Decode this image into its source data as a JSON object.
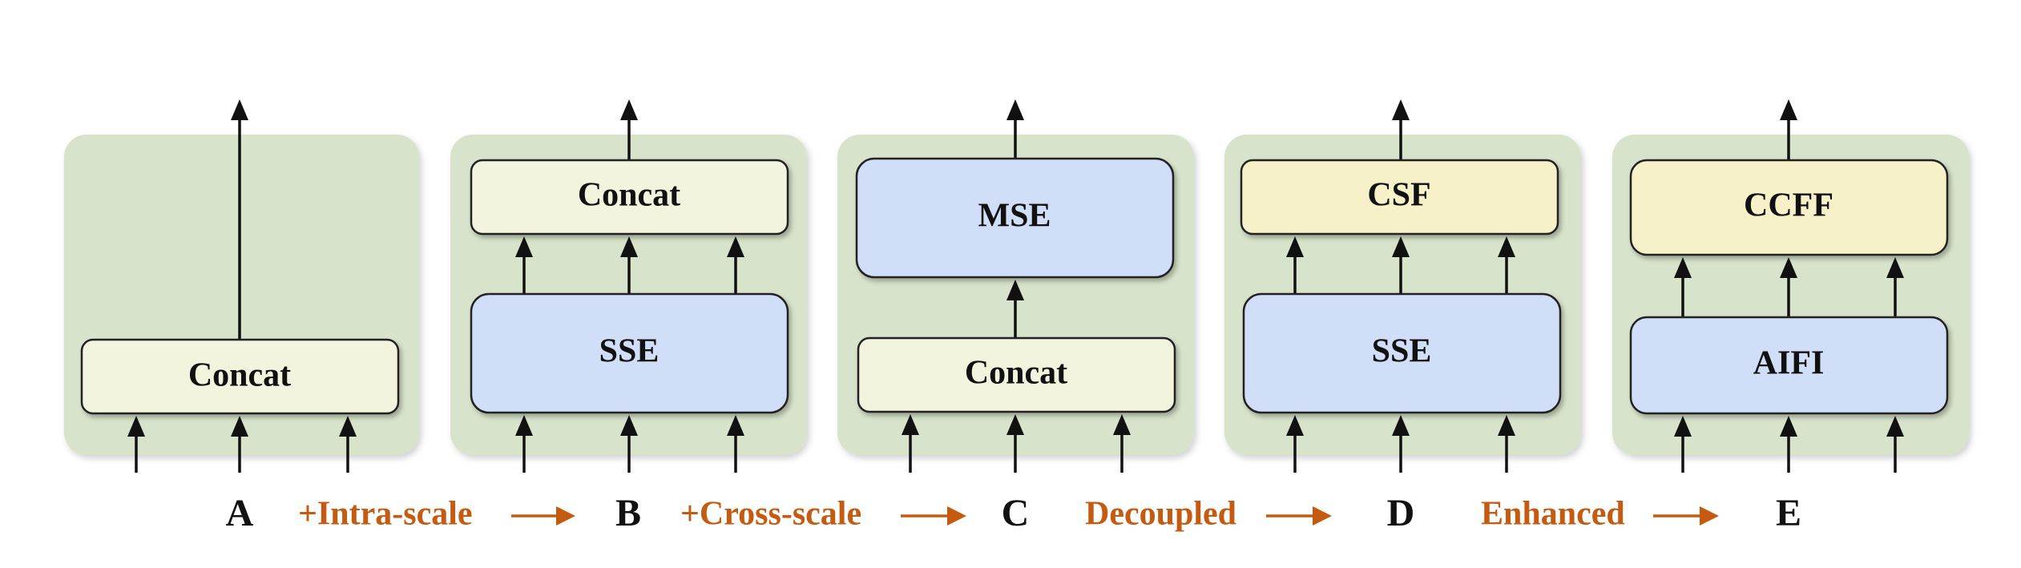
{
  "colors": {
    "panel_background": "#d7e3ca",
    "concat_fill": "#f2f4de",
    "processing_fill": "#d0def8",
    "fusion_fill": "#f6f1c8",
    "arrow": "#111111",
    "transition_text": "#c55a11"
  },
  "panels": [
    {
      "letter": "A",
      "boxes": [
        {
          "label": "Concat",
          "kind": "concat"
        }
      ]
    },
    {
      "letter": "B",
      "boxes": [
        {
          "label": "Concat",
          "kind": "concat"
        },
        {
          "label": "SSE",
          "kind": "processing"
        }
      ]
    },
    {
      "letter": "C",
      "boxes": [
        {
          "label": "MSE",
          "kind": "processing"
        },
        {
          "label": "Concat",
          "kind": "concat"
        }
      ]
    },
    {
      "letter": "D",
      "boxes": [
        {
          "label": "CSF",
          "kind": "fusion"
        },
        {
          "label": "SSE",
          "kind": "processing"
        }
      ]
    },
    {
      "letter": "E",
      "boxes": [
        {
          "label": "CCFF",
          "kind": "fusion"
        },
        {
          "label": "AIFI",
          "kind": "processing"
        }
      ]
    }
  ],
  "transitions": [
    {
      "label": "+Intra-scale"
    },
    {
      "label": "+Cross-scale"
    },
    {
      "label": "Decoupled"
    },
    {
      "label": "Enhanced"
    }
  ]
}
